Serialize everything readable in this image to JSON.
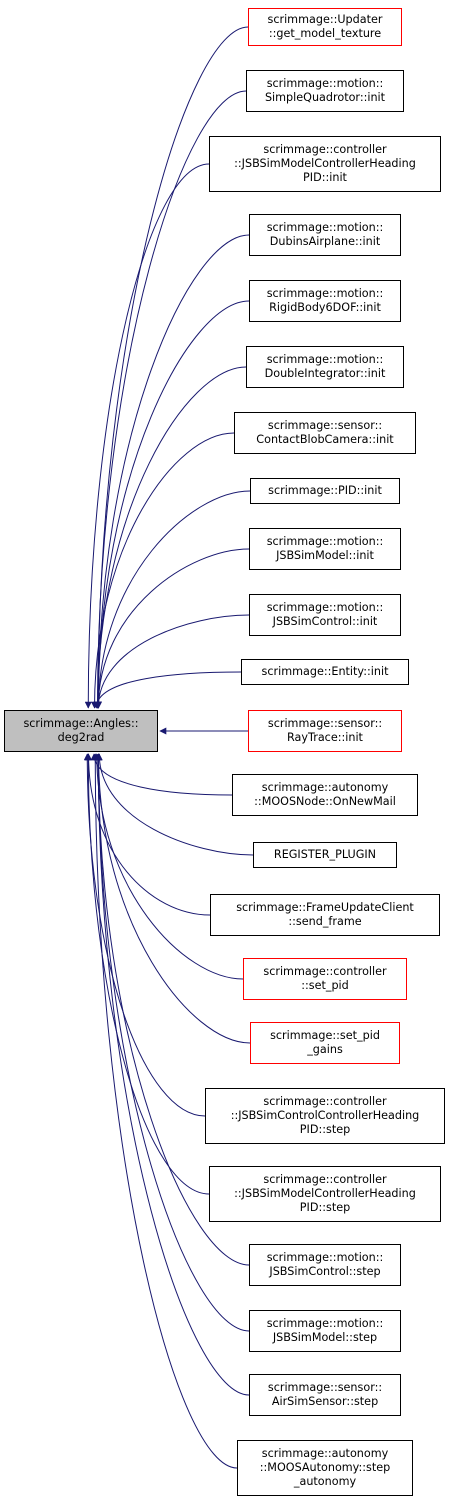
{
  "root": {
    "id": "root",
    "lines": [
      "scrimmage::Angles::",
      "deg2rad"
    ]
  },
  "callers": [
    {
      "id": "updater-get-model-texture",
      "lines": [
        "scrimmage::Updater",
        "::get_model_texture"
      ],
      "color": "#ff0000"
    },
    {
      "id": "simple-quadrotor-init",
      "lines": [
        "scrimmage::motion::",
        "SimpleQuadrotor::init"
      ],
      "color": "#000000"
    },
    {
      "id": "jsbsim-model-controller-heading-pid-init",
      "lines": [
        "scrimmage::controller",
        "::JSBSimModelControllerHeading",
        "PID::init"
      ],
      "color": "#000000"
    },
    {
      "id": "dubins-airplane-init",
      "lines": [
        "scrimmage::motion::",
        "DubinsAirplane::init"
      ],
      "color": "#000000"
    },
    {
      "id": "rigid-body-6dof-init",
      "lines": [
        "scrimmage::motion::",
        "RigidBody6DOF::init"
      ],
      "color": "#000000"
    },
    {
      "id": "double-integrator-init",
      "lines": [
        "scrimmage::motion::",
        "DoubleIntegrator::init"
      ],
      "color": "#000000"
    },
    {
      "id": "contact-blob-camera-init",
      "lines": [
        "scrimmage::sensor::",
        "ContactBlobCamera::init"
      ],
      "color": "#000000"
    },
    {
      "id": "pid-init",
      "lines": [
        "scrimmage::PID::init"
      ],
      "color": "#000000"
    },
    {
      "id": "jsbsim-model-init",
      "lines": [
        "scrimmage::motion::",
        "JSBSimModel::init"
      ],
      "color": "#000000"
    },
    {
      "id": "jsbsim-control-init",
      "lines": [
        "scrimmage::motion::",
        "JSBSimControl::init"
      ],
      "color": "#000000"
    },
    {
      "id": "entity-init",
      "lines": [
        "scrimmage::Entity::init"
      ],
      "color": "#000000"
    },
    {
      "id": "ray-trace-init",
      "lines": [
        "scrimmage::sensor::",
        "RayTrace::init"
      ],
      "color": "#ff0000"
    },
    {
      "id": "moos-node-on-new-mail",
      "lines": [
        "scrimmage::autonomy",
        "::MOOSNode::OnNewMail"
      ],
      "color": "#000000"
    },
    {
      "id": "register-plugin",
      "lines": [
        "REGISTER_PLUGIN"
      ],
      "color": "#000000"
    },
    {
      "id": "frame-update-client-send-frame",
      "lines": [
        "scrimmage::FrameUpdateClient",
        "::send_frame"
      ],
      "color": "#000000"
    },
    {
      "id": "controller-set-pid",
      "lines": [
        "scrimmage::controller",
        "::set_pid"
      ],
      "color": "#ff0000"
    },
    {
      "id": "set-pid-gains",
      "lines": [
        "scrimmage::set_pid",
        "_gains"
      ],
      "color": "#ff0000"
    },
    {
      "id": "jsbsim-control-controller-heading-pid-step",
      "lines": [
        "scrimmage::controller",
        "::JSBSimControlControllerHeading",
        "PID::step"
      ],
      "color": "#000000"
    },
    {
      "id": "jsbsim-model-controller-heading-pid-step",
      "lines": [
        "scrimmage::controller",
        "::JSBSimModelControllerHeading",
        "PID::step"
      ],
      "color": "#000000"
    },
    {
      "id": "jsbsim-control-step",
      "lines": [
        "scrimmage::motion::",
        "JSBSimControl::step"
      ],
      "color": "#000000"
    },
    {
      "id": "jsbsim-model-step",
      "lines": [
        "scrimmage::motion::",
        "JSBSimModel::step"
      ],
      "color": "#000000"
    },
    {
      "id": "air-sim-sensor-step",
      "lines": [
        "scrimmage::sensor::",
        "AirSimSensor::step"
      ],
      "color": "#000000"
    },
    {
      "id": "moos-autonomy-step-autonomy",
      "lines": [
        "scrimmage::autonomy",
        "::MOOSAutonomy::step",
        "_autonomy"
      ],
      "color": "#000000"
    }
  ],
  "colors": {
    "edge": "#191970",
    "root_fill": "#bfbfbf",
    "link_border": "#ff0000",
    "border": "#000000"
  }
}
